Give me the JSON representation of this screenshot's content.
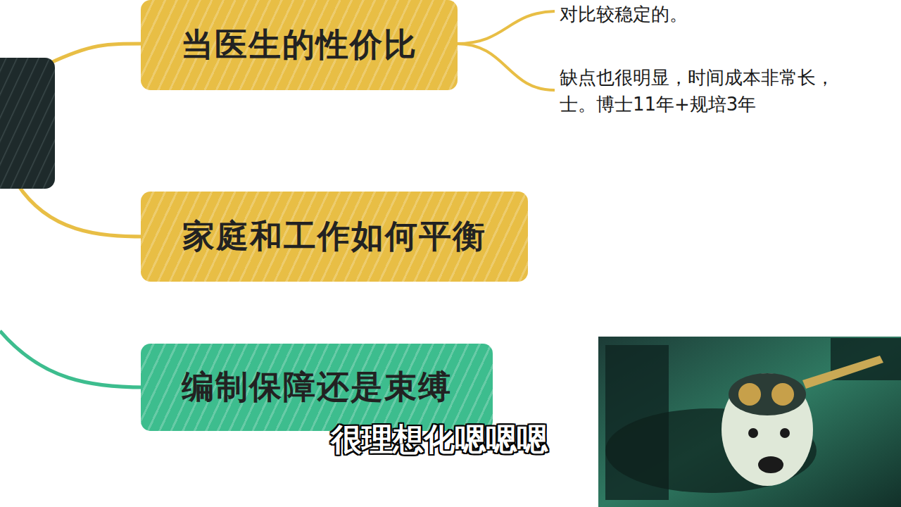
{
  "diagram": {
    "nodes": [
      {
        "text": [
          "当医生的性价比"
        ]
      },
      {
        "text": [
          "家庭和工作如何平衡"
        ]
      },
      {
        "text": [
          "编制保障还是束缚"
        ]
      }
    ],
    "labels": [
      "对比较稳定的。",
      "缺点也很明显，时间成本非常长， 士。博士11年+规培3年",
      "很理想化嗯嗯嗯"
    ]
  }
}
